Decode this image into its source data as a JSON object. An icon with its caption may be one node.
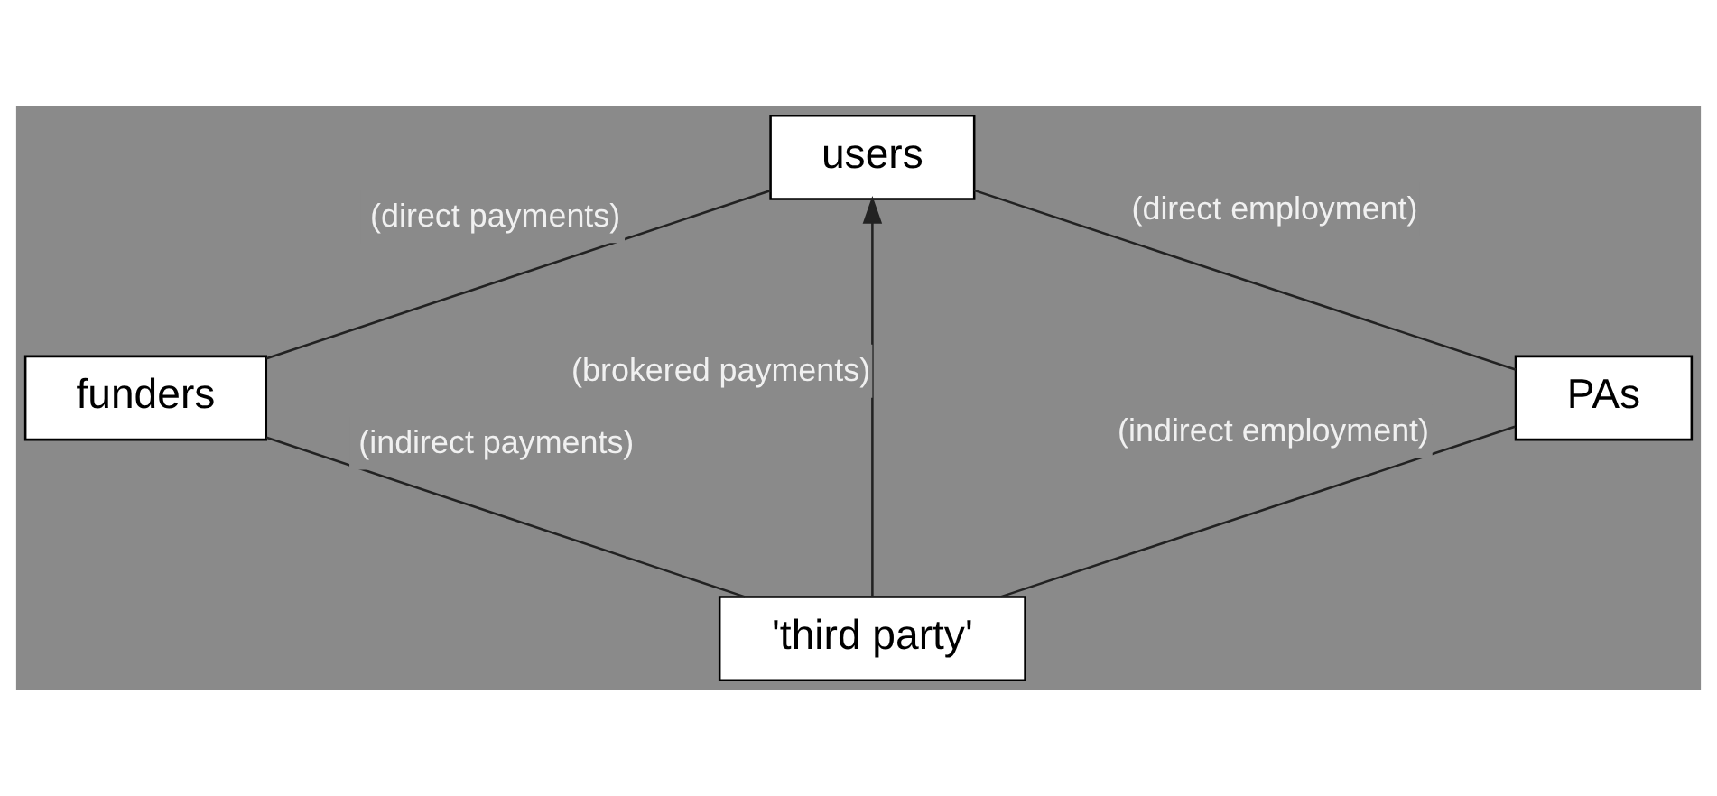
{
  "diagram": {
    "nodes": [
      {
        "text": [
          "users"
        ]
      },
      {
        "text": [
          "funders"
        ]
      },
      {
        "text": [
          "PAs"
        ]
      },
      {
        "text": [
          "'third party'"
        ]
      }
    ],
    "edges": [
      {
        "from": 1,
        "to": 0,
        "arrow": "none",
        "label": "(direct payments)"
      },
      {
        "from": 0,
        "to": 2,
        "arrow": "none",
        "label": "(direct employment)"
      },
      {
        "from": 3,
        "to": 0,
        "arrow": "to",
        "label": "(brokered payments)"
      },
      {
        "from": 1,
        "to": 3,
        "arrow": "none",
        "label": "(indirect payments)"
      },
      {
        "from": 3,
        "to": 2,
        "arrow": "none",
        "label": "(indirect employment)"
      }
    ]
  }
}
